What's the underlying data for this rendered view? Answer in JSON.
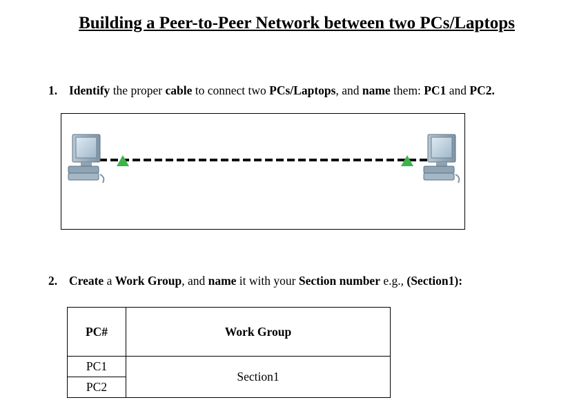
{
  "title": "Building a Peer-to-Peer Network between two PCs/Laptops",
  "item1": {
    "num": "1.",
    "parts": [
      "Identify",
      " the proper ",
      "cable",
      " to connect two ",
      "PCs/Laptops",
      ", and ",
      "name",
      " them: ",
      "PC1",
      " and ",
      "PC2."
    ]
  },
  "item2": {
    "num": "2.",
    "parts": [
      "Create",
      " a ",
      "Work Group",
      ", and ",
      "name",
      " it with your ",
      "Section number",
      " e.g., ",
      "(Section1):"
    ]
  },
  "table": {
    "header_pc": "PC#",
    "header_wg": "Work Group",
    "rows": [
      "PC1",
      "PC2"
    ],
    "workgroup_value": "Section1"
  },
  "diagram": {
    "pc_icon_left": "desktop-pc-icon",
    "pc_icon_right": "desktop-pc-icon",
    "cable": "crossover-cable-dashed",
    "link_indicator_color": "#3cb44a"
  }
}
